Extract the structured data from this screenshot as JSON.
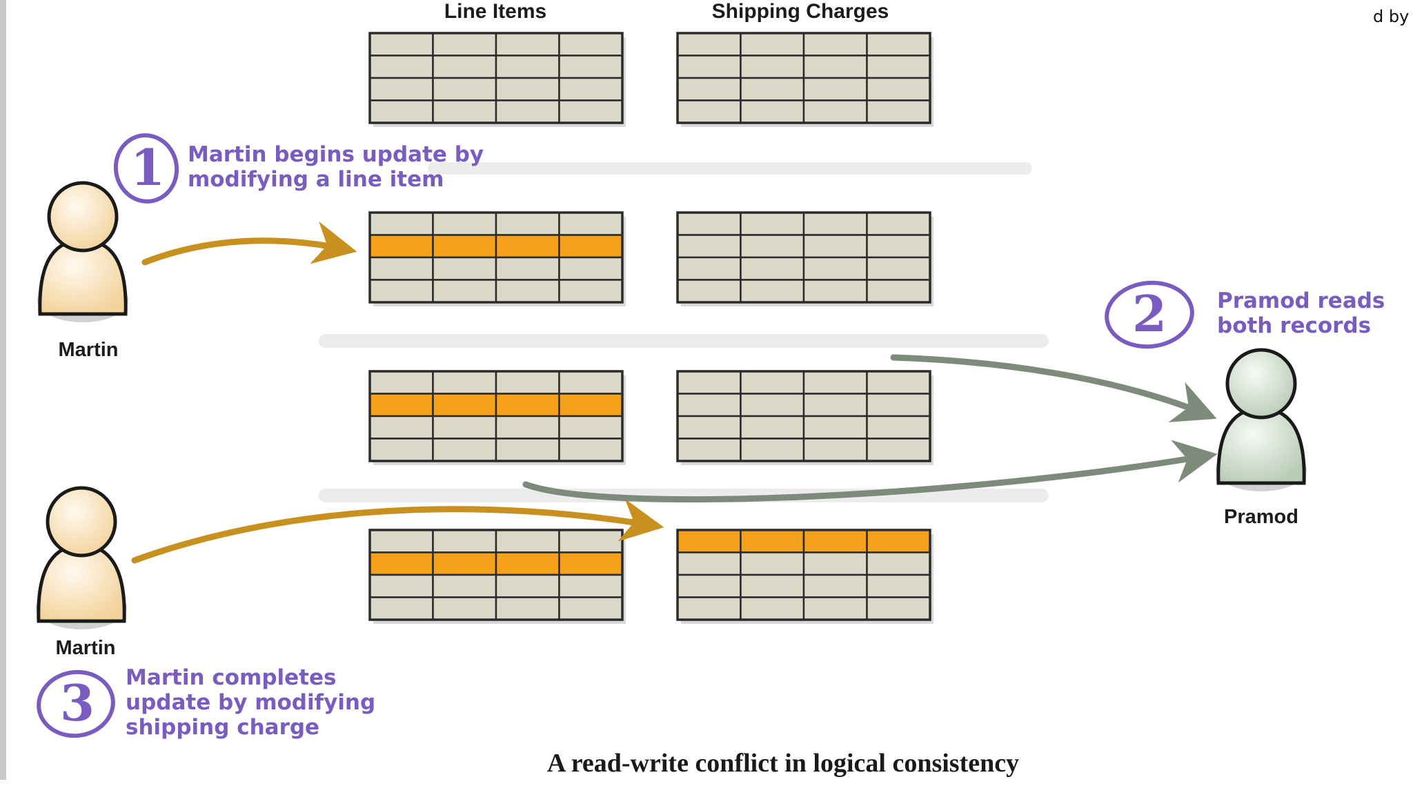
{
  "columns": {
    "line_items": "Line Items",
    "shipping_charges": "Shipping Charges"
  },
  "people": {
    "martin_top": "Martin",
    "martin_bottom": "Martin",
    "pramod": "Pramod"
  },
  "steps": [
    {
      "number": "1",
      "line1": "Martin begins update by",
      "line2": "modifying a line item",
      "line3": ""
    },
    {
      "number": "2",
      "line1": "Pramod reads",
      "line2": "both records",
      "line3": ""
    },
    {
      "number": "3",
      "line1": "Martin completes",
      "line2": "update by modifying",
      "line3": "shipping charge"
    }
  ],
  "caption": "A read-write conflict in logical consistency",
  "corner_text": "d by",
  "colors": {
    "table_fill": "#dcd9c9",
    "table_stroke": "#2b2b2b",
    "highlight": "#f5a11a",
    "martin_arrow": "#c8901e",
    "pramod_arrow": "#7d8c7a",
    "note_text": "#7a5cc0",
    "separator": "#ececec"
  },
  "highlights": {
    "stage1_line_items_row": 2,
    "stage2_line_items_row": 2,
    "stage3_line_items_row": 2,
    "stage3_shipping_row": 1
  }
}
